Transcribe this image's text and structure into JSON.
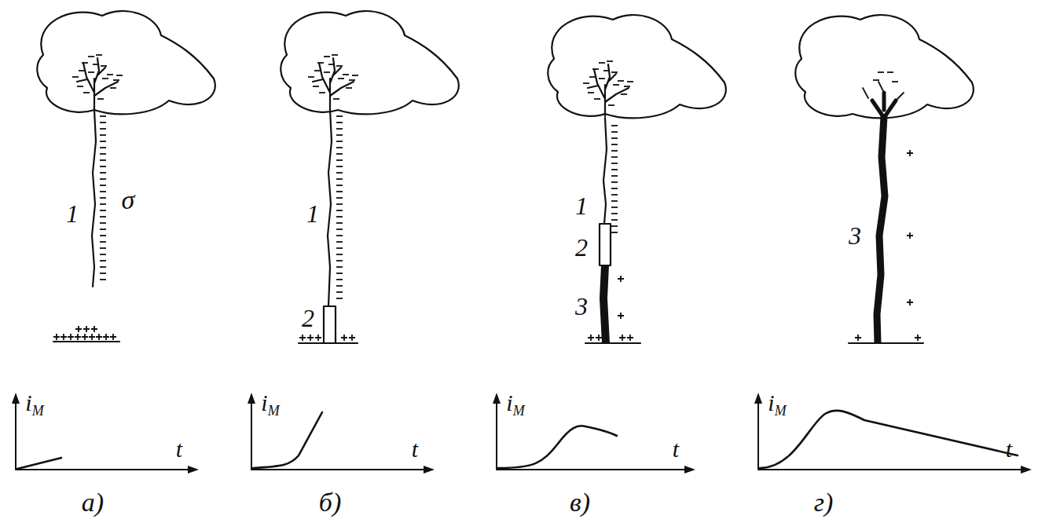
{
  "diagram": {
    "labels": [
      "1",
      "σ",
      "iМ",
      "t",
      "а)",
      "1",
      "2",
      "iМ",
      "t",
      "б)",
      "1",
      "2",
      "3",
      "iМ",
      "t",
      "в)",
      "3",
      "iМ",
      "t",
      "г)"
    ]
  }
}
